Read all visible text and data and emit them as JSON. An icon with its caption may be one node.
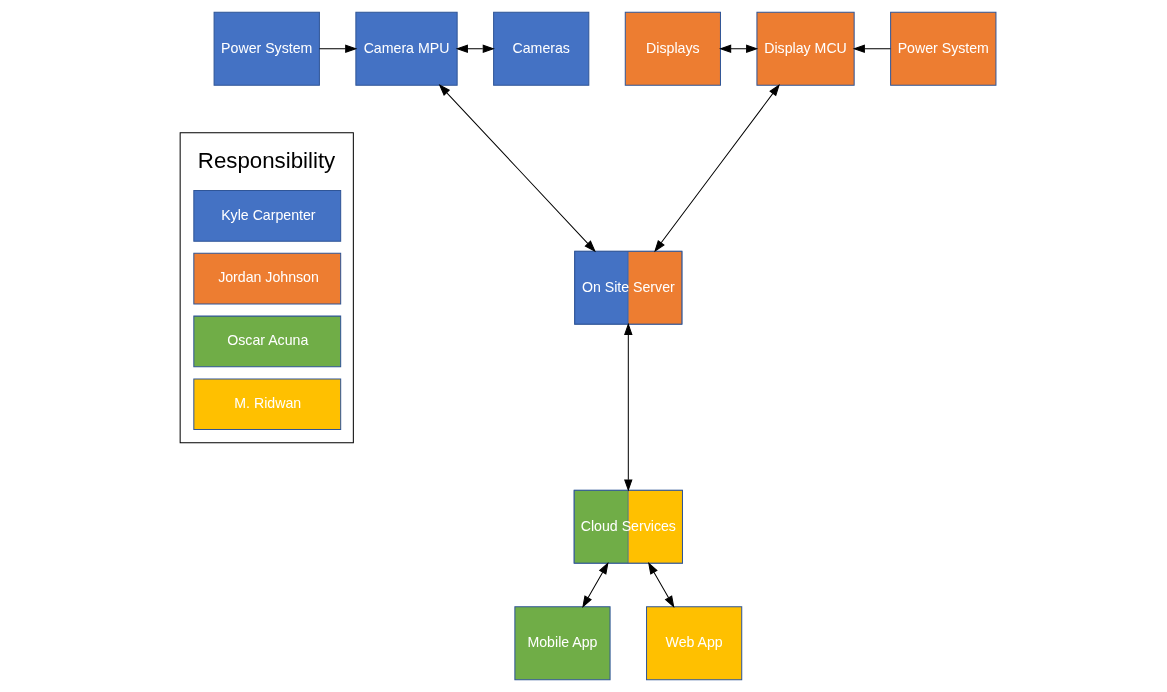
{
  "diagram": {
    "nodes": [
      {
        "text": [
          "Power System"
        ]
      },
      {
        "text": [
          "Camera MPU"
        ]
      },
      {
        "text": [
          "Cameras"
        ]
      },
      {
        "text": [
          "Displays"
        ]
      },
      {
        "text": [
          "Display MCU"
        ]
      },
      {
        "text": [
          "Power System"
        ]
      },
      {
        "text": [
          "On Site Server"
        ]
      },
      {
        "text": [
          "Cloud Services"
        ]
      },
      {
        "text": [
          "Mobile App"
        ]
      },
      {
        "text": [
          "Web App"
        ]
      }
    ],
    "edges": [
      {
        "from": 0,
        "to": 1,
        "arrow": "to"
      },
      {
        "from": 1,
        "to": 2,
        "arrow": "both"
      },
      {
        "from": 3,
        "to": 4,
        "arrow": "both"
      },
      {
        "from": 5,
        "to": 4,
        "arrow": "to"
      },
      {
        "from": 6,
        "to": 1,
        "arrow": "both"
      },
      {
        "from": 6,
        "to": 4,
        "arrow": "both"
      },
      {
        "from": 6,
        "to": 7,
        "arrow": "both"
      },
      {
        "from": 7,
        "to": 8,
        "arrow": "both"
      },
      {
        "from": 7,
        "to": 9,
        "arrow": "both"
      }
    ],
    "labels": [
      "Responsibility"
    ],
    "legend": [
      {
        "text": "Kyle Carpenter",
        "color": "#4472c4"
      },
      {
        "text": "Jordan Johnson",
        "color": "#ed7d31"
      },
      {
        "text": "Oscar Acuna",
        "color": "#70ad47"
      },
      {
        "text": "M. Ridwan",
        "color": "#ffc000"
      }
    ]
  }
}
